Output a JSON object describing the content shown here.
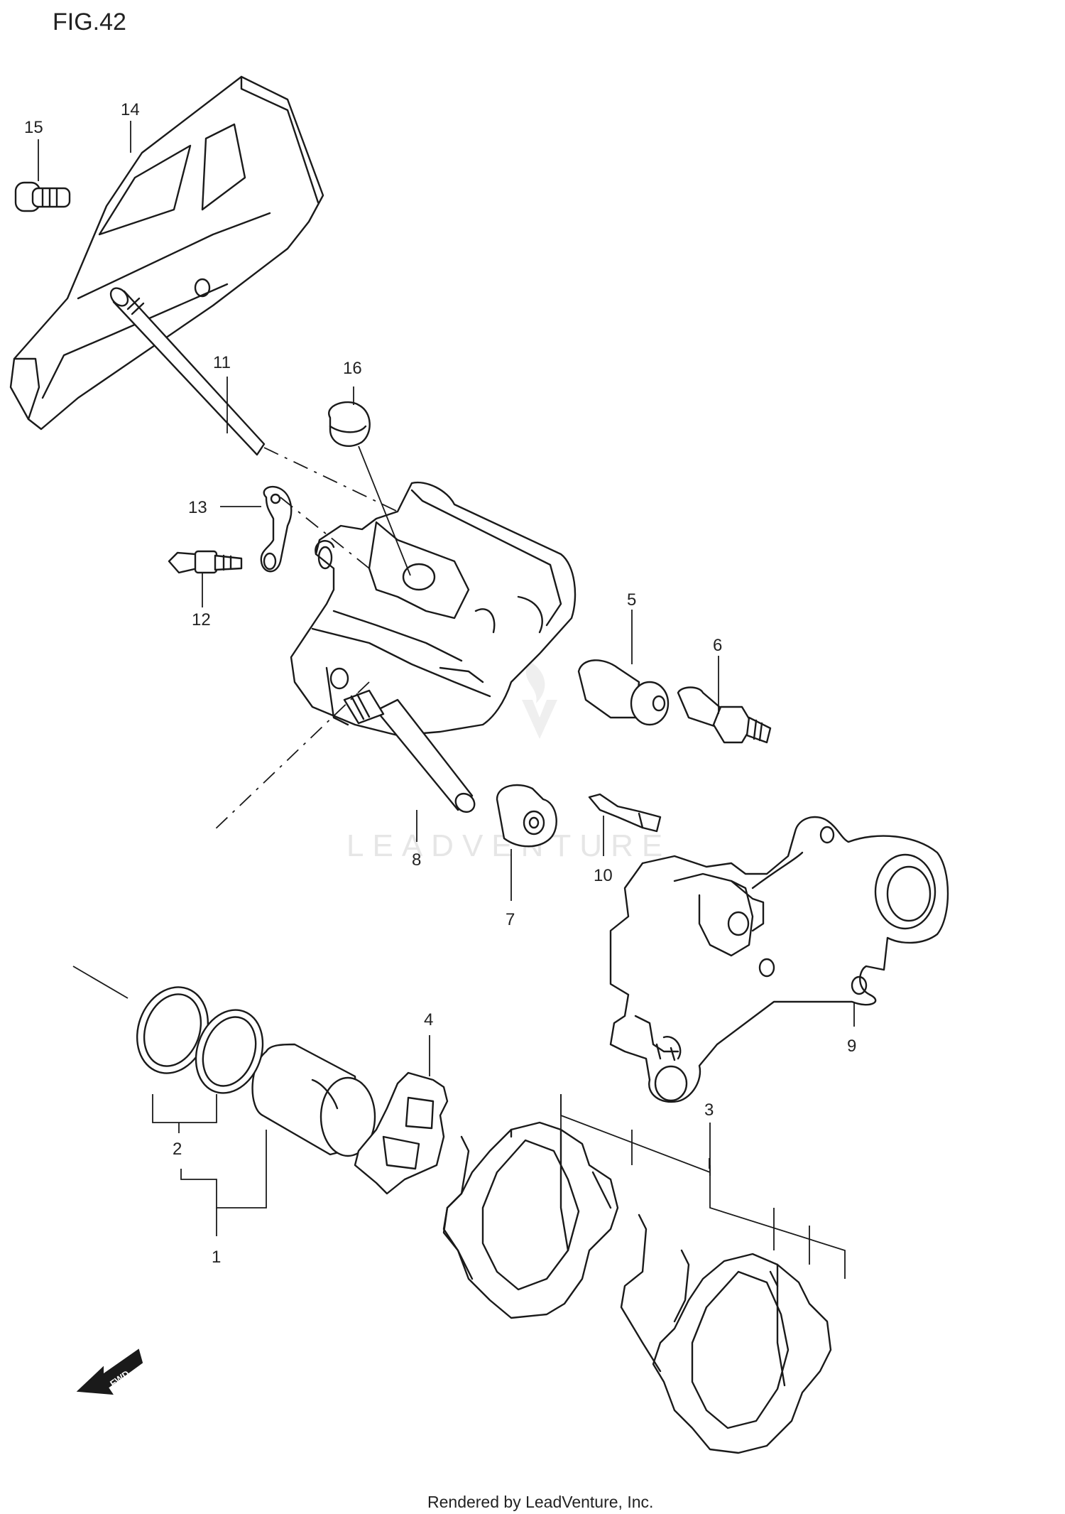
{
  "figure": {
    "title": "FIG.42",
    "footer": "Rendered by LeadVenture, Inc.",
    "watermark": "LEADVENTURE",
    "direction_indicator": "FWD"
  },
  "callouts": {
    "c1": "1",
    "c2": "2",
    "c3": "3",
    "c4": "4",
    "c5": "5",
    "c6": "6",
    "c7": "7",
    "c8": "8",
    "c9": "9",
    "c10": "10",
    "c11": "11",
    "c12": "12",
    "c13": "13",
    "c14": "14",
    "c15": "15",
    "c16": "16"
  },
  "colors": {
    "line": "#1a1a1a",
    "background": "#ffffff",
    "watermark": "#e6e6e6"
  }
}
